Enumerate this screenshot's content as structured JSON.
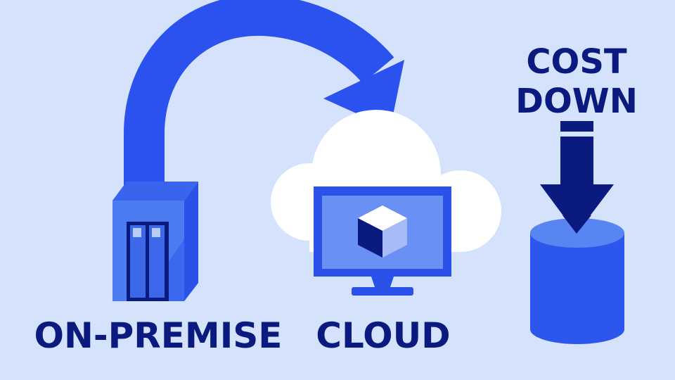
{
  "labels": {
    "on_premise": "ON-PREMISE",
    "cloud": "CLOUD",
    "cost_line1": "COST",
    "cost_line2": "DOWN"
  },
  "colors": {
    "background": "#d4e3fb",
    "arrow_blue": "#2b51ee",
    "dark_navy": "#0b1a7e",
    "server_front": "#4d7cf2",
    "server_side": "#2b52e8",
    "cloud_white": "#ffffff",
    "monitor_bezel": "#2b52e8",
    "monitor_screen": "#6990f5",
    "database_body": "#2d56ec",
    "database_top": "#5985f3"
  },
  "icons": {
    "transfer_arrow": "curved-arrow-icon",
    "server": "server-icon",
    "cloud": "cloud-icon",
    "monitor": "monitor-icon",
    "cube": "cube-icon",
    "down_arrow": "down-arrow-icon",
    "database": "database-icon"
  }
}
